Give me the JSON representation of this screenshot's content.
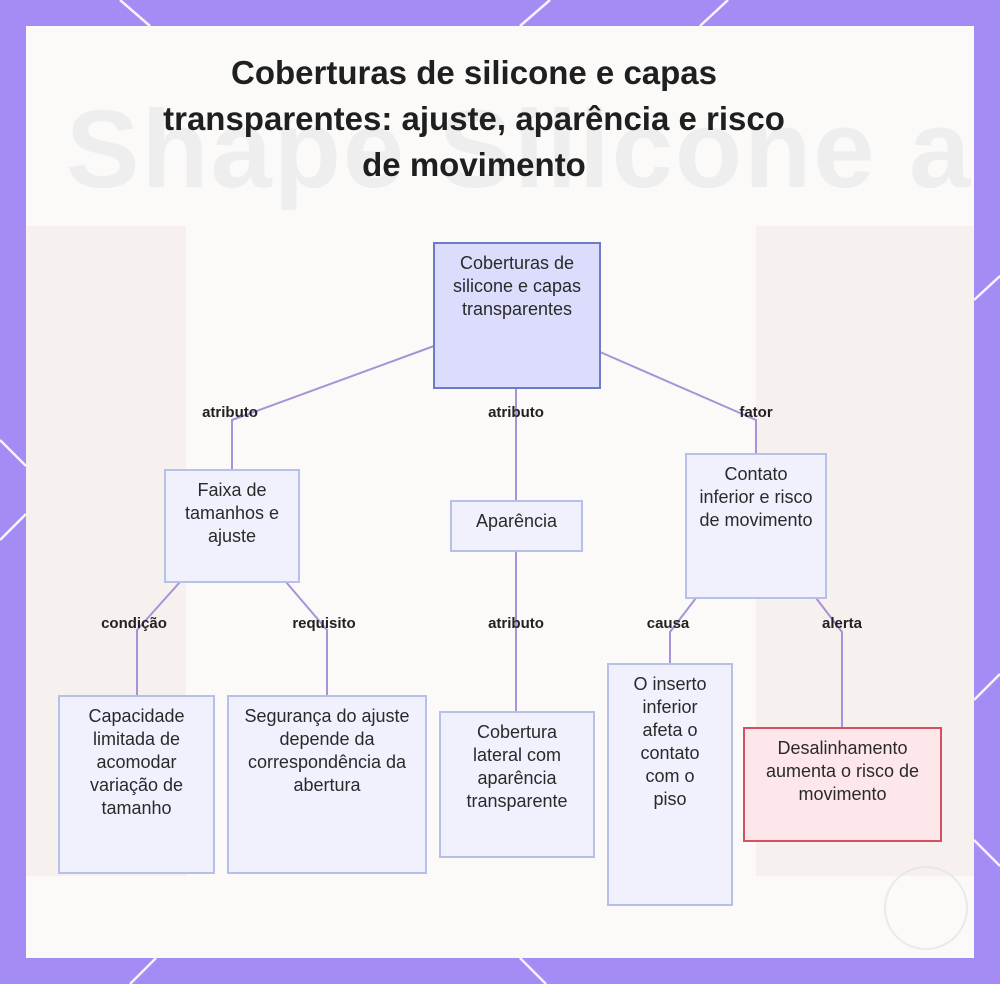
{
  "title": "Coberturas de silicone e capas transparentes: ajuste, aparência e risco de movimento",
  "background_text": "Shape Silicone and Fit",
  "colors": {
    "frame": "#a48cf4",
    "edge": "#a992d8",
    "node_fill": "#f0f1fd",
    "root_fill": "#dcdcfd",
    "alert_fill": "#fde7ea",
    "alert_border": "#d8505f"
  },
  "nodes": {
    "root": "Coberturas de silicone e capas transparentes",
    "sizes": "Faixa de tamanhos e ajuste",
    "appearance": "Aparência",
    "contact": "Contato inferior e risco de movimento",
    "capacity": "Capacidade limitada de acomodar variação de tamanho",
    "fit_security": "Segurança do ajuste depende da correspondência da abertura",
    "lateral": "Cobertura lateral com aparência transparente",
    "insert": "O inserto inferior afeta o contato com o piso",
    "misalign": "Desalinhamento aumenta o risco de movimento"
  },
  "edges": {
    "root_sizes": "atributo",
    "root_appearance": "atributo",
    "root_contact": "fator",
    "sizes_capacity": "condição",
    "sizes_fit": "requisito",
    "appearance_lateral": "atributo",
    "contact_insert": "causa",
    "contact_misalign": "alerta"
  }
}
